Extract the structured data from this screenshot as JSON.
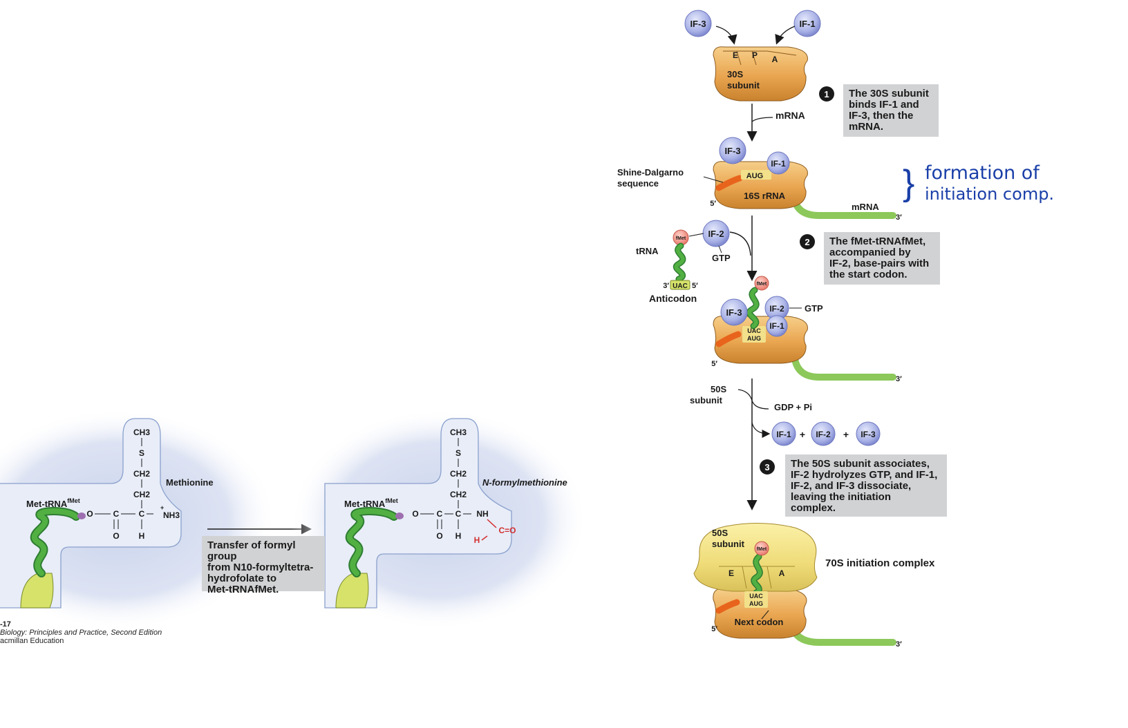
{
  "left_panel": {
    "label_methionine": "Methionine",
    "label_nformyl": "N-formylmethionine",
    "label_met_trna": "Met-tRNA",
    "label_fmet_sup": "fMet",
    "chem": {
      "ch3": "CH3",
      "s": "S",
      "ch2": "CH2",
      "c": "C",
      "o": "O",
      "h": "H",
      "nh3": "NH3",
      "nh": "NH",
      "cho": "C=O",
      "plus": "+"
    },
    "transfer_box": [
      "Transfer of formyl group",
      "from N10-formyltetra-",
      "hydrofolate to",
      "Met-tRNAfMet."
    ],
    "credit_lines": [
      "-17",
      "Biology: Principles and Practice, Second Edition",
      "acmillan Education"
    ]
  },
  "right_panel": {
    "if1": "IF-1",
    "if2": "IF-2",
    "if3": "IF-3",
    "site_e": "E",
    "site_p": "P",
    "site_a": "A",
    "subunit_30s": [
      "30S",
      "subunit"
    ],
    "mrna": "mRNA",
    "shine_dalgarno": [
      "Shine-Dalgarno",
      "sequence"
    ],
    "aug": "AUG",
    "rrna_16s": "16S rRNA",
    "five_prime": "5′",
    "three_prime": "3′",
    "trna": "tRNA",
    "gtp": "GTP",
    "fmet": "fMet",
    "anticodon": "Anticodon",
    "uac": "UAC",
    "subunit_50s": [
      "50S",
      "subunit"
    ],
    "gdp_pi": "GDP + Pi",
    "plus": "+",
    "complex_70s": "70S initiation complex",
    "next_codon": "Next codon",
    "step1_num": "1",
    "step1_text": [
      "The 30S subunit",
      "binds IF-1 and",
      "IF-3, then the",
      "mRNA."
    ],
    "step2_num": "2",
    "step2_text": [
      "The fMet-tRNAfMet,",
      "accompanied by",
      "IF-2, base-pairs with",
      "the start codon."
    ],
    "step3_num": "3",
    "step3_text": [
      "The 50S subunit associates,",
      "IF-2 hydrolyzes GTP, and IF-1,",
      "IF-2, and IF-3 dissociate,",
      "leaving the initiation",
      "complex."
    ]
  },
  "annotation": {
    "brace": "}",
    "lines": [
      "formation of",
      "initiation comp."
    ]
  }
}
